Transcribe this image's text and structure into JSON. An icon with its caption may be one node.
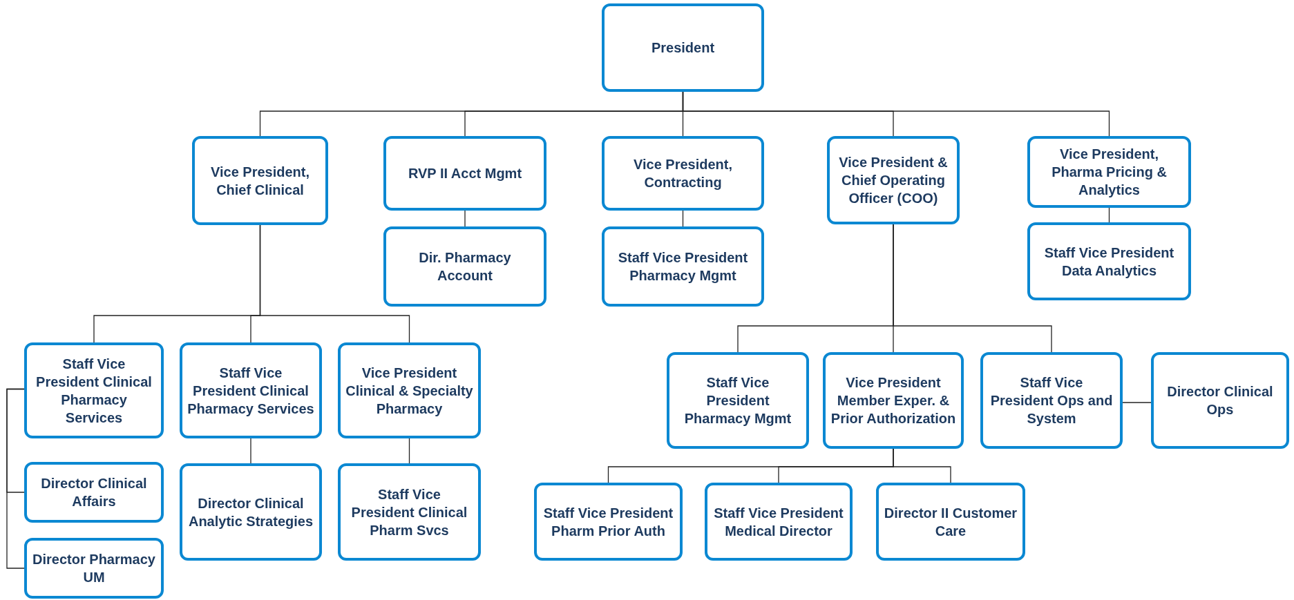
{
  "diagram": {
    "nodes": [
      {
        "text": [
          "President"
        ]
      },
      {
        "text": [
          "Vice President, Chief Clinical"
        ]
      },
      {
        "text": [
          "RVP II Acct Mgmt"
        ]
      },
      {
        "text": [
          "Vice President, Contracting"
        ]
      },
      {
        "text": [
          "Vice President & Chief Operating Officer (COO)"
        ]
      },
      {
        "text": [
          "Vice President, Pharma Pricing & Analytics"
        ]
      },
      {
        "text": [
          "Dir. Pharmacy Account"
        ]
      },
      {
        "text": [
          "Staff Vice President Pharmacy Mgmt"
        ]
      },
      {
        "text": [
          "Staff Vice President Data Analytics"
        ]
      },
      {
        "text": [
          "Staff Vice President Clinical Pharmacy Services"
        ]
      },
      {
        "text": [
          "Staff Vice President Clinical Pharmacy Services"
        ]
      },
      {
        "text": [
          "Vice President Clinical & Specialty Pharmacy"
        ]
      },
      {
        "text": [
          "Director Clinical Affairs"
        ]
      },
      {
        "text": [
          "Director Pharmacy UM"
        ]
      },
      {
        "text": [
          "Director Clinical Analytic Strategies"
        ]
      },
      {
        "text": [
          "Staff Vice President Clinical Pharm Svcs"
        ]
      },
      {
        "text": [
          "Staff Vice President Pharmacy Mgmt"
        ]
      },
      {
        "text": [
          "Vice President Member Exper. & Prior Authorization"
        ]
      },
      {
        "text": [
          "Staff Vice President Ops and System"
        ]
      },
      {
        "text": [
          "Director Clinical Ops"
        ]
      },
      {
        "text": [
          "Staff Vice President Pharm Prior Auth"
        ]
      },
      {
        "text": [
          "Staff Vice President Medical Director"
        ]
      },
      {
        "text": [
          "Director II Customer Care"
        ]
      }
    ],
    "edges": [
      {
        "from": 0,
        "to": 1,
        "arrow": "none"
      },
      {
        "from": 0,
        "to": 2,
        "arrow": "none"
      },
      {
        "from": 0,
        "to": 3,
        "arrow": "none"
      },
      {
        "from": 0,
        "to": 4,
        "arrow": "none"
      },
      {
        "from": 0,
        "to": 5,
        "arrow": "none"
      },
      {
        "from": 2,
        "to": 6,
        "arrow": "none"
      },
      {
        "from": 3,
        "to": 7,
        "arrow": "none"
      },
      {
        "from": 5,
        "to": 8,
        "arrow": "none"
      },
      {
        "from": 1,
        "to": 9,
        "arrow": "none"
      },
      {
        "from": 1,
        "to": 10,
        "arrow": "none"
      },
      {
        "from": 1,
        "to": 11,
        "arrow": "none"
      },
      {
        "from": 9,
        "to": 12,
        "arrow": "none"
      },
      {
        "from": 9,
        "to": 13,
        "arrow": "none"
      },
      {
        "from": 10,
        "to": 14,
        "arrow": "none"
      },
      {
        "from": 11,
        "to": 15,
        "arrow": "none"
      },
      {
        "from": 4,
        "to": 16,
        "arrow": "none"
      },
      {
        "from": 4,
        "to": 17,
        "arrow": "none"
      },
      {
        "from": 4,
        "to": 18,
        "arrow": "none"
      },
      {
        "from": 18,
        "to": 19,
        "arrow": "none"
      },
      {
        "from": 17,
        "to": 20,
        "arrow": "none"
      },
      {
        "from": 17,
        "to": 21,
        "arrow": "none"
      },
      {
        "from": 17,
        "to": 22,
        "arrow": "none"
      }
    ]
  }
}
